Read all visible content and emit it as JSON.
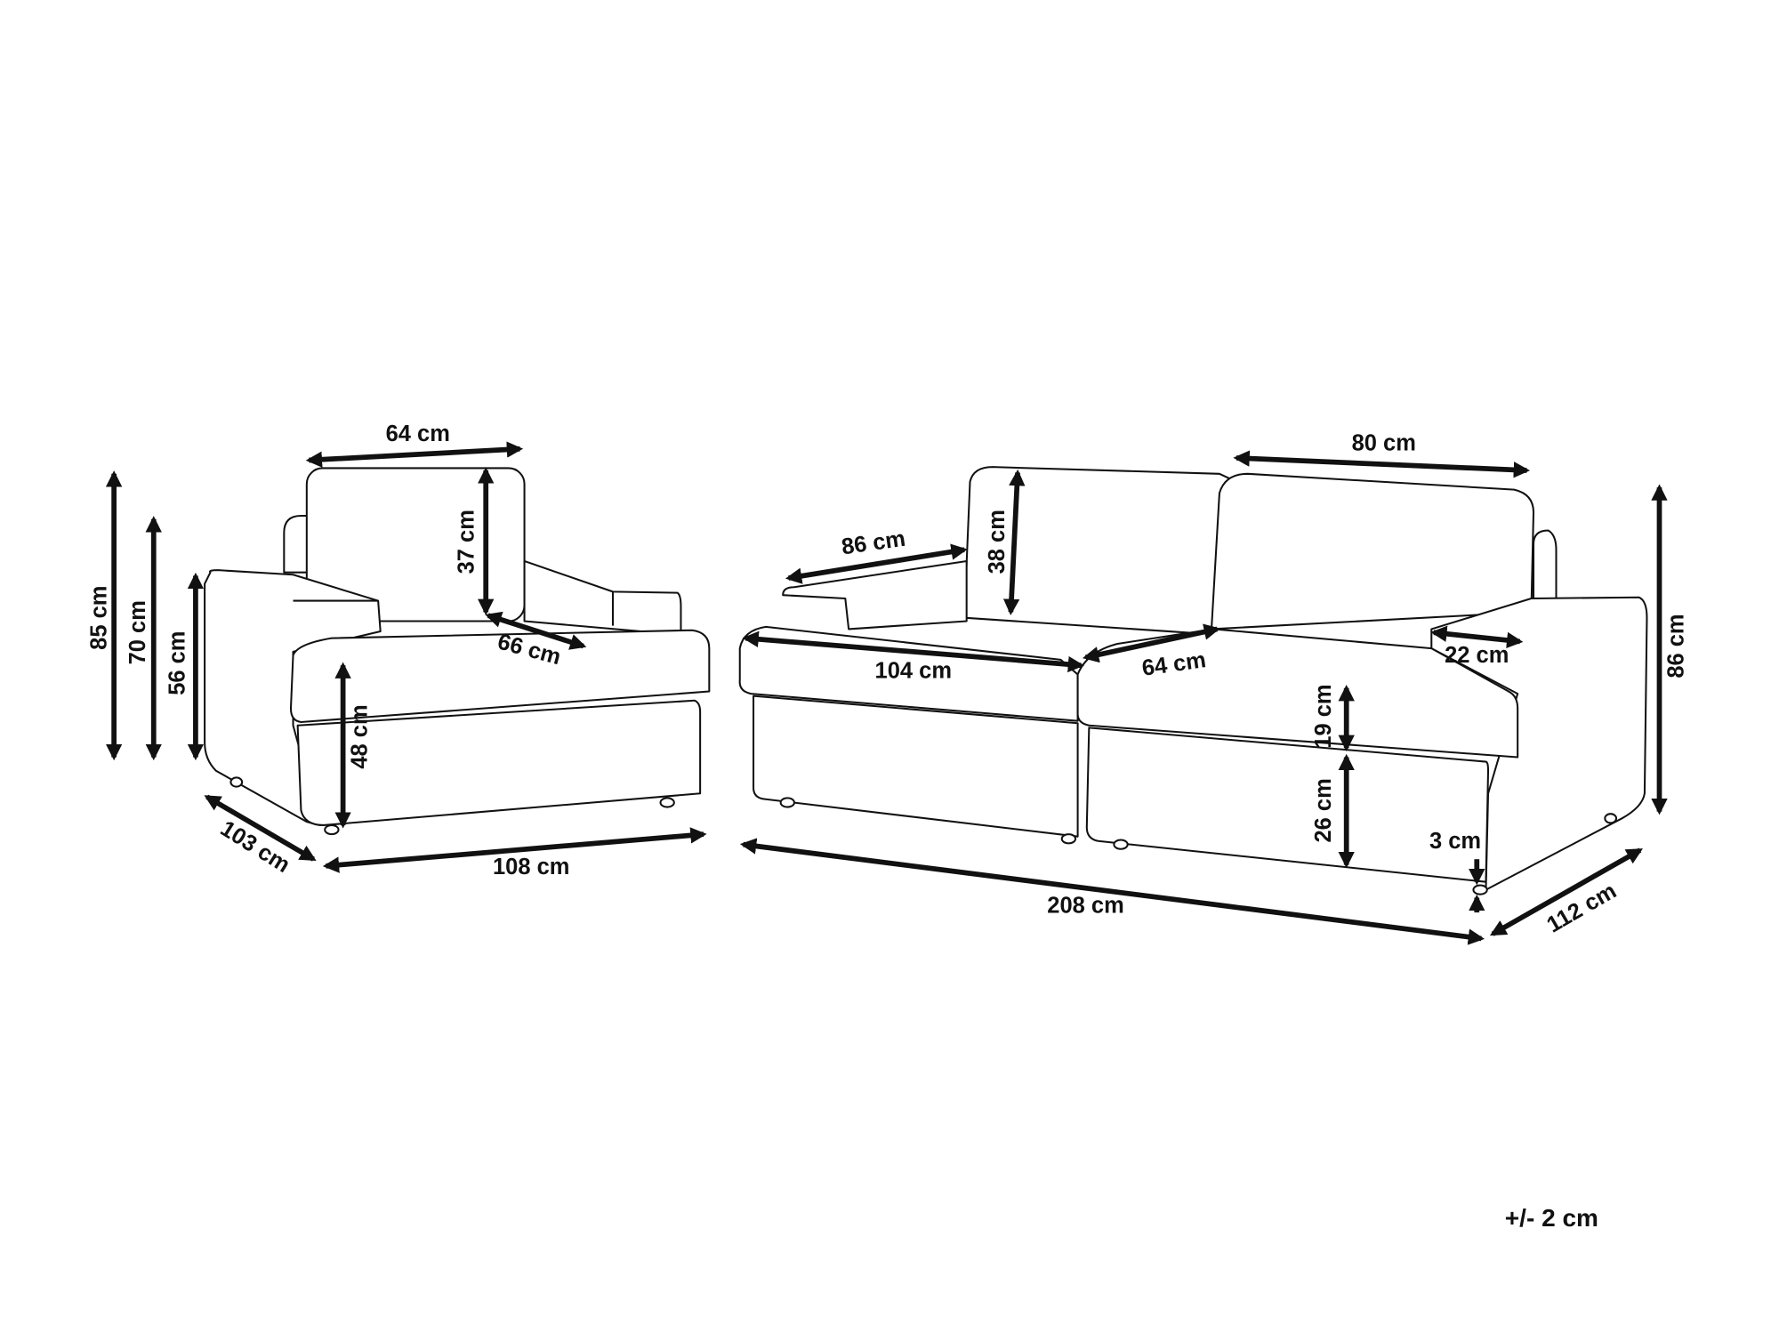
{
  "armchair": {
    "back_width": "64 cm",
    "back_height": "37 cm",
    "seat_depth": "66 cm",
    "total_height": "85 cm",
    "back_top_height": "70 cm",
    "arm_height": "56 cm",
    "seat_height": "48 cm",
    "depth": "103 cm",
    "width": "108 cm"
  },
  "sofa": {
    "back_cushion_width": "80 cm",
    "seat_depth": "86 cm",
    "back_height": "38 cm",
    "seat_cushion_width": "104 cm",
    "seat_cushion_depth": "64 cm",
    "arm_width": "22 cm",
    "cushion_thickness": "19 cm",
    "base_height": "26 cm",
    "leg_height": "3 cm",
    "total_height": "86 cm",
    "width": "208 cm",
    "depth": "112 cm"
  },
  "tolerance": "+/- 2 cm"
}
